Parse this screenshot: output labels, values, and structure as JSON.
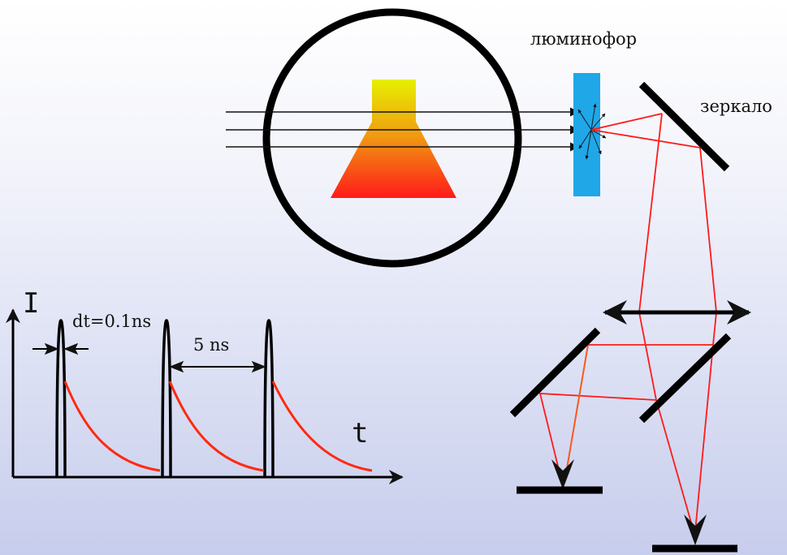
{
  "labels": {
    "phosphor": "люминофор",
    "mirror": "зеркало",
    "axis_y": "I",
    "axis_x": "t",
    "pulse_width": "dt=0.1ns",
    "pulse_period": "5 ns"
  },
  "colors": {
    "beam": "#ff1a1a",
    "beam_orange": "#ff5a1a",
    "phosphor": "#1fa7e8",
    "decay_curve": "#ff2a10",
    "gradient_top": "#e6f000",
    "gradient_bottom": "#ff1a1a"
  }
}
